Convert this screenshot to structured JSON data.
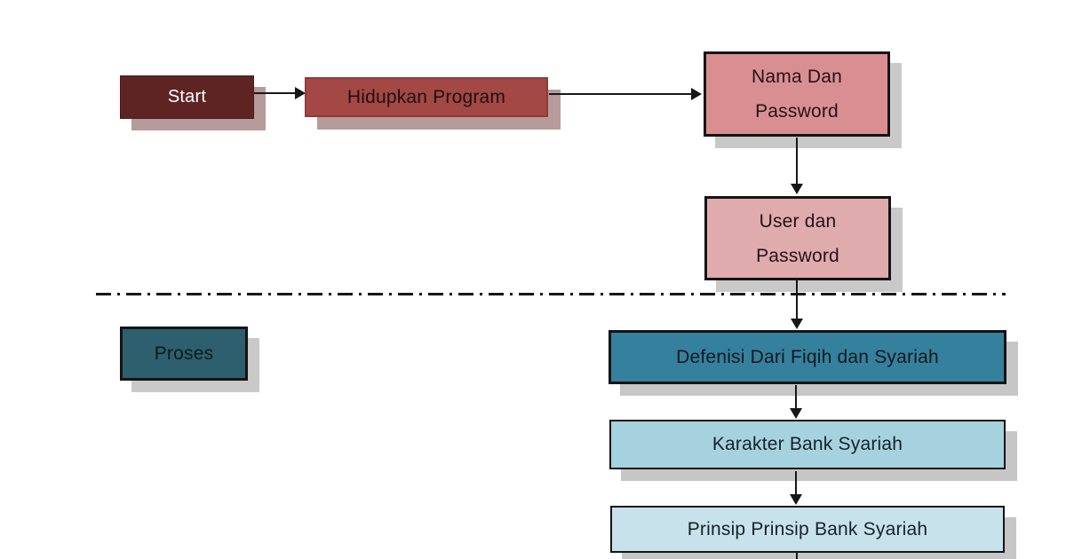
{
  "page": {
    "type": "flowchart",
    "background": "#ffffff",
    "arrow_color": "#171717"
  },
  "flowchart": {
    "nodes": {
      "start": {
        "label": "Start",
        "fill": "#5e2423",
        "text_color": "#ffffff",
        "shadow_color": "#b59b9a"
      },
      "hidupkan_program": {
        "label": "Hidupkan Program",
        "fill": "#a34845",
        "text_color": "#200f0e",
        "shadow_color": "#b59b9a"
      },
      "nama_dan_password": {
        "line1": "Nama Dan",
        "line2": "Password",
        "fill": "#d98f91",
        "text_color": "#241316",
        "shadow_color": "#c9c9c9"
      },
      "user_dan_password": {
        "line1": "User dan",
        "line2": "Password",
        "fill": "#dfabad",
        "text_color": "#241316",
        "shadow_color": "#c9c9c9"
      },
      "proses": {
        "label": "Proses",
        "fill": "#2d5f6e",
        "text_color": "#0e1a1f",
        "shadow_color": "#c9c9c9"
      },
      "defenisi_dari_fiqih_dan_syariah": {
        "label": "Defenisi Dari Fiqih dan Syariah",
        "fill": "#35809c",
        "text_color": "#0c1920",
        "shadow_color": "#c6c6c6"
      },
      "karakter_bank_syariah": {
        "label": "Karakter Bank Syariah",
        "fill": "#a5d2de",
        "text_color": "#16222a",
        "shadow_color": "#c6c6c6"
      },
      "prinsip_prinsip_bank_syariah": {
        "label": "Prinsip Prinsip Bank Syariah",
        "fill": "#c8e2ec",
        "text_color": "#16222a",
        "shadow_color": "#c6c6c6"
      }
    },
    "divider": {
      "style": "dash-dot",
      "color": "#171717"
    },
    "connections": [
      "start -> hidupkan_program",
      "hidupkan_program -> nama_dan_password",
      "nama_dan_password -> user_dan_password",
      "user_dan_password -> defenisi_dari_fiqih_dan_syariah",
      "defenisi_dari_fiqih_dan_syariah -> karakter_bank_syariah",
      "karakter_bank_syariah -> prinsip_prinsip_bank_syariah",
      "prinsip_prinsip_bank_syariah -> (continues below)"
    ]
  }
}
